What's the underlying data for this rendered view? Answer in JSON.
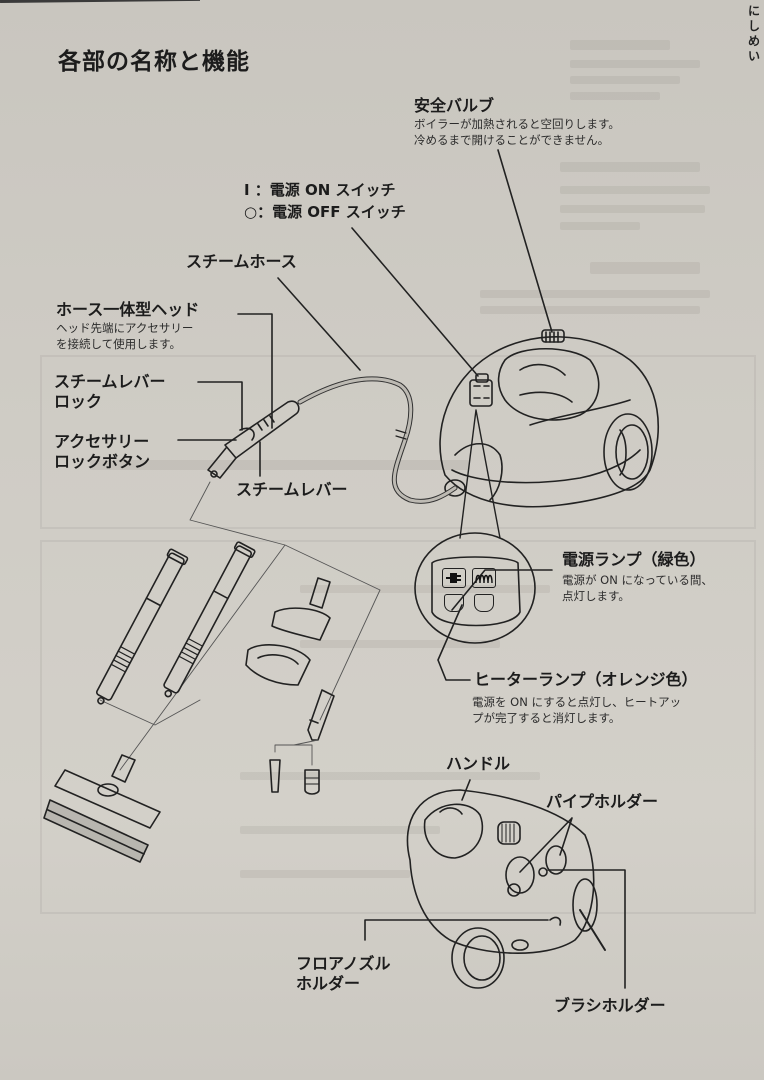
{
  "page": {
    "title": "各部の名称と機能",
    "side_tab": [
      "に",
      "し",
      "め",
      "い"
    ],
    "background": "#cfccc5",
    "ink": "#1c1c1c"
  },
  "labels": {
    "safety_valve": {
      "name": "安全バルブ",
      "desc": [
        "ボイラーが加熱されると空回りします。",
        "冷めるまで開けることができません。"
      ]
    },
    "power_switch": {
      "on": "I ：電源 ON スイッチ",
      "off": "○：電源 OFF スイッチ"
    },
    "steam_hose": {
      "name": "スチームホース"
    },
    "hose_head": {
      "name": "ホース一体型ヘッド",
      "desc": [
        "ヘッド先端にアクセサリー",
        "を接続して使用します。"
      ]
    },
    "steam_lever_lock": {
      "name": [
        "スチームレバー",
        "ロック"
      ]
    },
    "accessory_lock": {
      "name": [
        "アクセサリー",
        "ロックボタン"
      ]
    },
    "steam_lever": {
      "name": "スチームレバー"
    },
    "power_lamp": {
      "name": "電源ランプ（緑色）",
      "desc": [
        "電源が ON になっている間、",
        "点灯します。"
      ],
      "color": "#2e7d32"
    },
    "heater_lamp": {
      "name": "ヒーターランプ（オレンジ色）",
      "desc": [
        "電源を ON にすると点灯し、ヒートアッ",
        "プが完了すると消灯します。"
      ],
      "color": "#e07b00"
    },
    "handle": {
      "name": "ハンドル"
    },
    "pipe_holder": {
      "name": "パイプホルダー"
    },
    "floor_nozzle_holder": {
      "name": [
        "フロアノズル",
        "ホルダー"
      ]
    },
    "brush_holder": {
      "name": "ブラシホルダー"
    }
  },
  "icons": {
    "plug": "plug-icon",
    "heater": "heater-coil-icon",
    "power_on": "power-on-line-icon",
    "power_off": "power-off-circle-icon"
  }
}
